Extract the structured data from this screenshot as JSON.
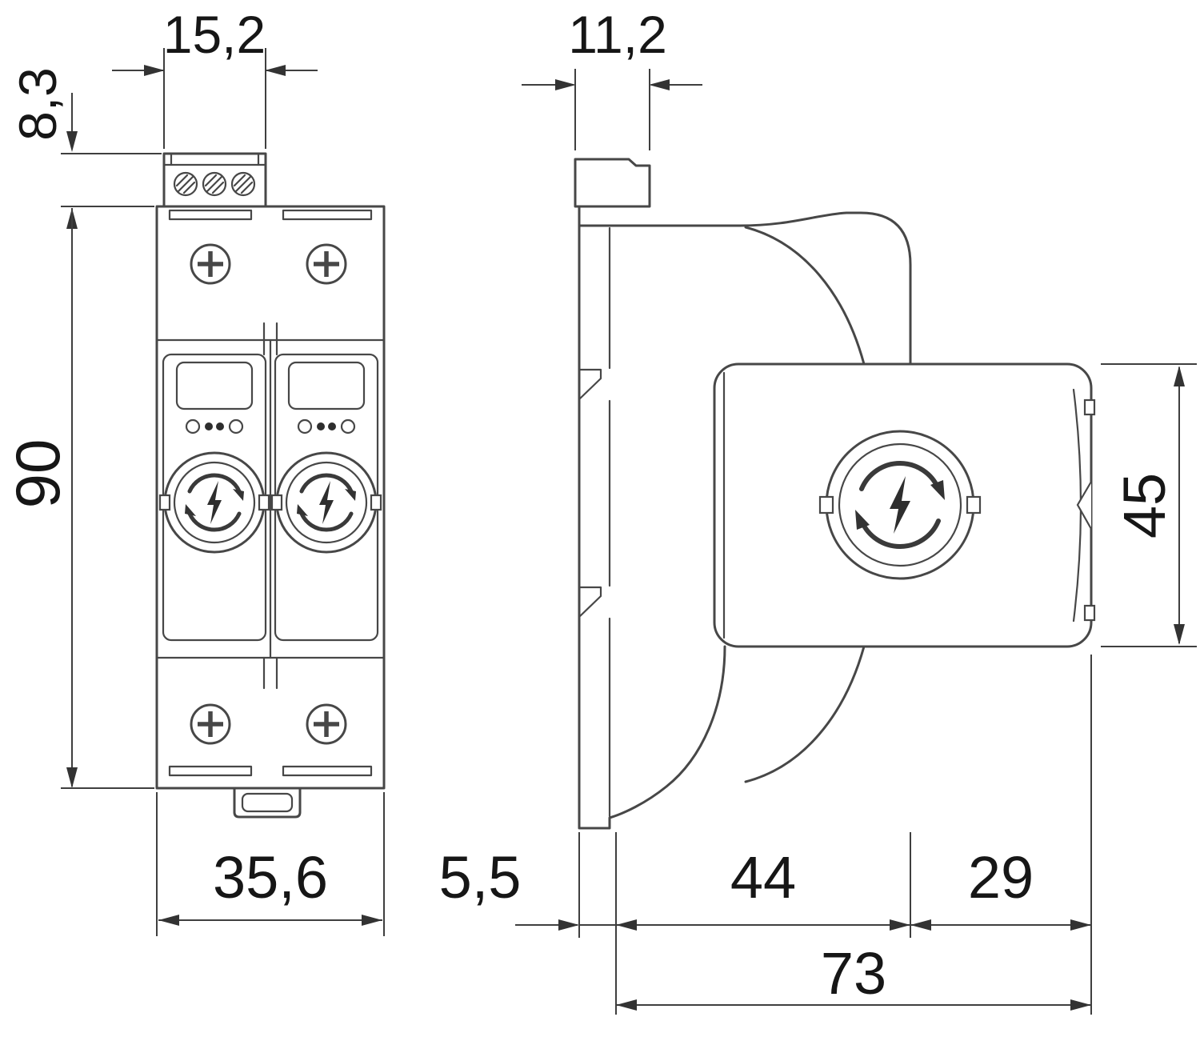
{
  "drawing": {
    "front_view": {
      "dimensions": {
        "terminal_block_width": "15,2",
        "terminal_block_height": "8,3",
        "body_height": "90",
        "body_width": "35,6"
      }
    },
    "side_view": {
      "dimensions": {
        "top_clip_width": "11,2",
        "module_height": "45",
        "rail_depth": "5,5",
        "base_depth": "44",
        "module_depth": "29",
        "total_depth": "73"
      }
    },
    "colors": {
      "line": "#474747",
      "text": "#161616",
      "background": "#ffffff"
    }
  }
}
